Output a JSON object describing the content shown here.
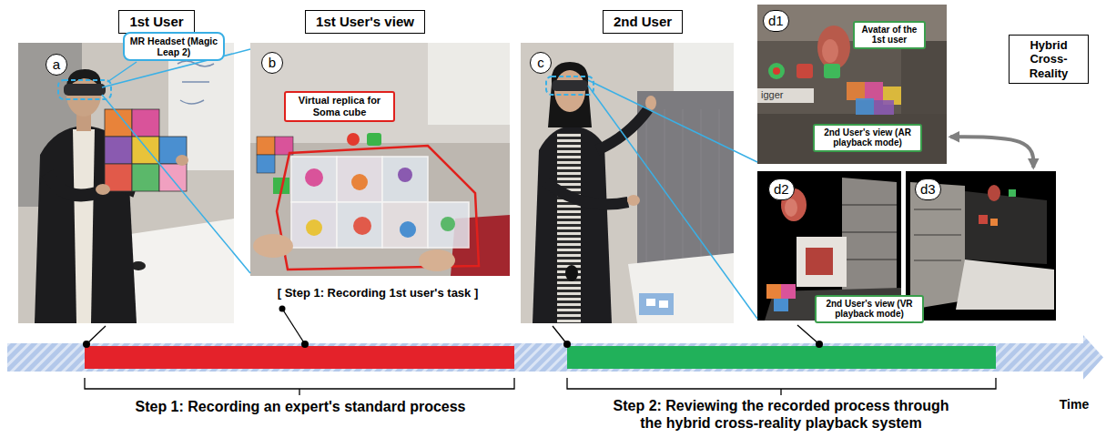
{
  "diagram": {
    "nodes": [
      {
        "text": [
          "1st User"
        ]
      },
      {
        "text": [
          "1st User's view"
        ]
      },
      {
        "text": [
          "2nd User"
        ]
      },
      {
        "text": [
          "d1"
        ]
      },
      {
        "text": [
          "Avatar of the 1st user"
        ],
        "in": 3
      },
      {
        "text": [
          "2nd User's view (AR playback mode)"
        ],
        "in": 3
      },
      {
        "text": [
          "Hybrid Cross-Reality"
        ]
      },
      {
        "text": [
          "a"
        ]
      },
      {
        "text": [
          "MR Headset (Magic Leap 2)"
        ]
      },
      {
        "text": [
          "b"
        ]
      },
      {
        "text": [
          "Virtual replica for Soma cube"
        ],
        "in": 9
      },
      {
        "text": [
          "c"
        ]
      },
      {
        "text": [
          "d2"
        ]
      },
      {
        "text": [
          "d3"
        ]
      },
      {
        "text": [
          "2nd User's view (VR playback mode)"
        ]
      }
    ],
    "edges": [
      {
        "from": 3,
        "to": 13,
        "arrow": "both"
      }
    ],
    "labels": [
      "igger",
      "[ Step 1: Recording 1st user's task ]",
      "Step 1: Recording an expert's standard process",
      "Step 2: Reviewing the recorded process through the hybrid cross-reality playback system",
      "Time"
    ]
  }
}
